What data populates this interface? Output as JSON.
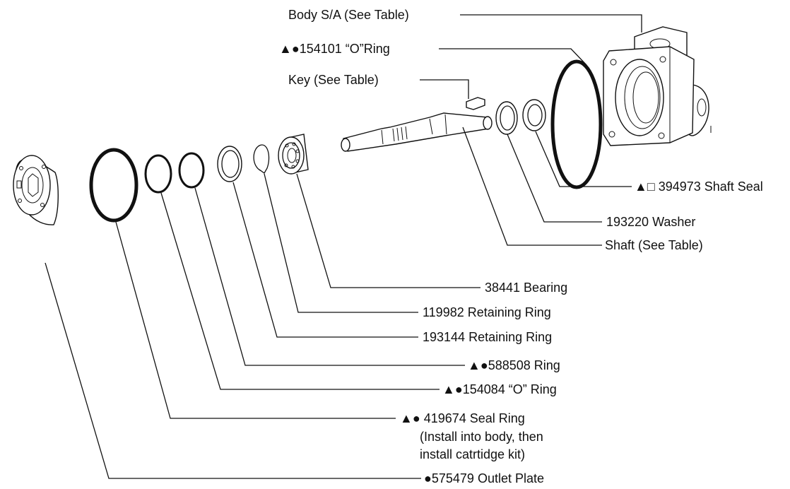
{
  "labels": {
    "body": "Body S/A (See Table)",
    "o_ring_154101": "▲●154101 “O”Ring",
    "key": "Key (See Table)",
    "shaft_seal": "▲□ 394973 Shaft Seal",
    "washer": "193220 Washer",
    "shaft": "Shaft (See Table)",
    "bearing": "38441 Bearing",
    "retaining_ring_119982": "119982 Retaining Ring",
    "retaining_ring_193144": "193144 Retaining Ring",
    "ring_588508": "▲●588508 Ring",
    "o_ring_154084": "▲●154084 “O” Ring",
    "seal_ring_line1": "▲● 419674 Seal Ring",
    "seal_ring_line2": "(Install into body, then",
    "seal_ring_line3": "install catrtidge kit)",
    "outlet_plate": "●575479 Outlet Plate"
  }
}
